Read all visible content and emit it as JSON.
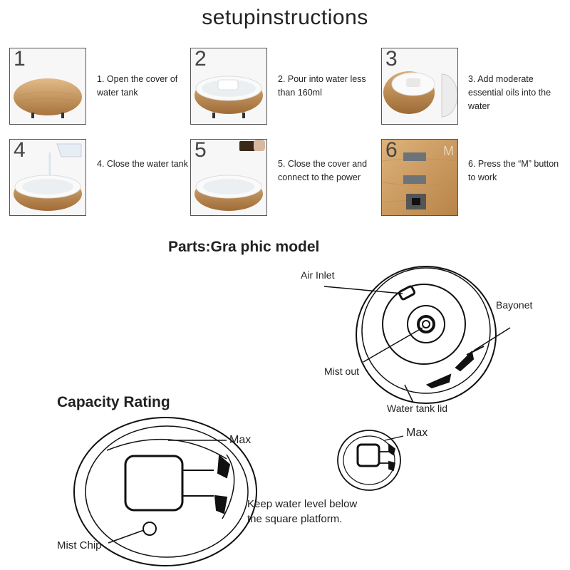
{
  "header": {
    "title": "setupinstructions"
  },
  "steps": [
    {
      "num": "1",
      "text": "1. Open the cover of water tank"
    },
    {
      "num": "2",
      "text": "2. Pour into water less than 160ml"
    },
    {
      "num": "3",
      "text": "3. Add moderate essential oils into the water"
    },
    {
      "num": "4",
      "text": "4. Close the water tank"
    },
    {
      "num": "5",
      "text": "5. Close the cover and connect to the power"
    },
    {
      "num": "6",
      "text": "6. Press the “M” button to work"
    }
  ],
  "step6_panel": {
    "button_letter": "M"
  },
  "parts": {
    "title": "Parts:Gra phic model",
    "labels": {
      "air_inlet": "Air Inlet",
      "bayonet": "Bayonet",
      "mist_out": "Mist out",
      "water_tank_lid": "Water tank lid"
    }
  },
  "capacity": {
    "title": "Capacity Rating",
    "max_label_large": "Max",
    "max_label_small": "Max",
    "mist_chip": "Mist Chip",
    "note_line1": "Keep water level below",
    "note_line2": "the square platform."
  },
  "colors": {
    "wood_light": "#d8b07c",
    "wood_dark": "#a8743e",
    "line": "#111111"
  }
}
